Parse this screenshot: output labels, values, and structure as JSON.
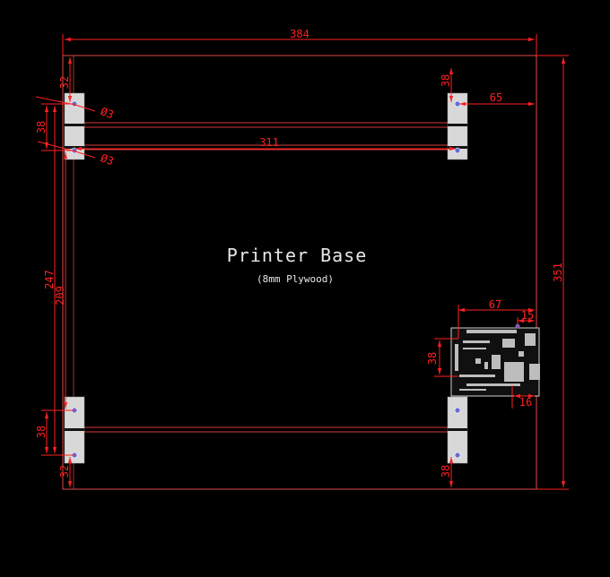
{
  "drawing": {
    "title": "Printer Base",
    "subtitle": "(8mm Plywood)"
  },
  "dimensions": {
    "overall_width": "384",
    "overall_height": "351",
    "rail_length": "311",
    "rail_span_outer": "247",
    "rail_span_inner": "209",
    "bracket_height": "38",
    "bracket_offset_top": "32",
    "bracket_offset_bottom": "32",
    "right_bracket_to_edge": "65",
    "hole_dia_1": "Ø3",
    "hole_dia_2": "Ø3",
    "board_width": "67",
    "board_edge_offset": "15",
    "board_height": "38",
    "board_connector_offset": "16"
  },
  "colors": {
    "background": "#000000",
    "dimension": "#ff2020",
    "outline": "#e04848",
    "rail": "#d63a3a",
    "bracket": "#d8d8d8",
    "hole": "#6a6ad8",
    "text": "#e8e8e8"
  }
}
